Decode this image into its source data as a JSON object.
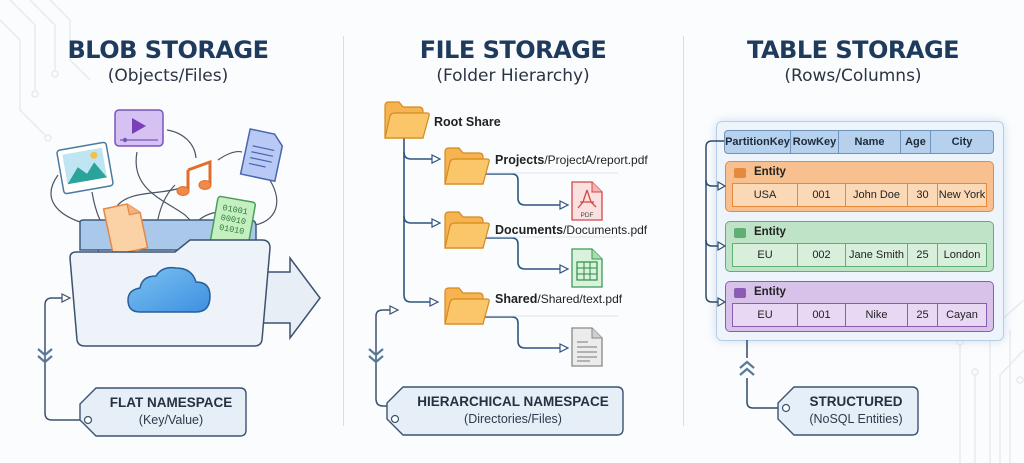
{
  "columns": [
    {
      "id": "blob",
      "title": "BLOB STORAGE",
      "subtitle": "(Objects/Files)",
      "icons": [
        "image-icon",
        "video-icon",
        "music-icon",
        "document-icon",
        "file-icon",
        "binary-file-icon",
        "cloud-icon"
      ],
      "binary_text": [
        "01001",
        "00010",
        "01010"
      ],
      "tag": {
        "title": "FLAT NAMESPACE",
        "subtitle": "(Key/Value)"
      }
    },
    {
      "id": "file",
      "title": "FILE STORAGE",
      "subtitle": "(Folder Hierarchy)",
      "root": "Root Share",
      "folders": [
        {
          "name": "Projects",
          "path": "/ProjectA/report.pdf",
          "file_icon": "pdf-file-icon",
          "file_label": "PDF"
        },
        {
          "name": "Documents",
          "path": "/Documents.pdf",
          "file_icon": "spreadsheet-file-icon"
        },
        {
          "name": "Shared",
          "path": "/Shared/text.pdf",
          "file_icon": "text-file-icon"
        }
      ],
      "tag": {
        "title": "HIERARCHICAL NAMESPACE",
        "subtitle": "(Directories/Files)"
      }
    },
    {
      "id": "table",
      "title": "TABLE STORAGE",
      "subtitle": "(Rows/Columns)",
      "headers": [
        "PartitionKey",
        "RowKey",
        "Name",
        "Age",
        "City"
      ],
      "entities": [
        {
          "label": "Entity",
          "values": [
            "USA",
            "001",
            "John Doe",
            "30",
            "New York"
          ],
          "color": "#f7c08e",
          "border": "#e48a3c",
          "cell": "#fbd9b6"
        },
        {
          "label": "Entity",
          "values": [
            "EU",
            "002",
            "Jane Smith",
            "25",
            "London"
          ],
          "color": "#bfe3c7",
          "border": "#5fae74",
          "cell": "#d8efdc"
        },
        {
          "label": "Entity",
          "values": [
            "EU",
            "001",
            "Nike",
            "25",
            "Cayan"
          ],
          "color": "#d9c2ea",
          "border": "#8a5cb3",
          "cell": "#e8d8f3"
        }
      ],
      "tag": {
        "title": "STRUCTURED",
        "subtitle": "(NoSQL Entities)"
      }
    }
  ],
  "colors": {
    "title": "#1e3a5c",
    "connector": "#2e4a6b",
    "folder_yellow": "#f6bf5a",
    "tag_fill": "#e6eef8"
  }
}
